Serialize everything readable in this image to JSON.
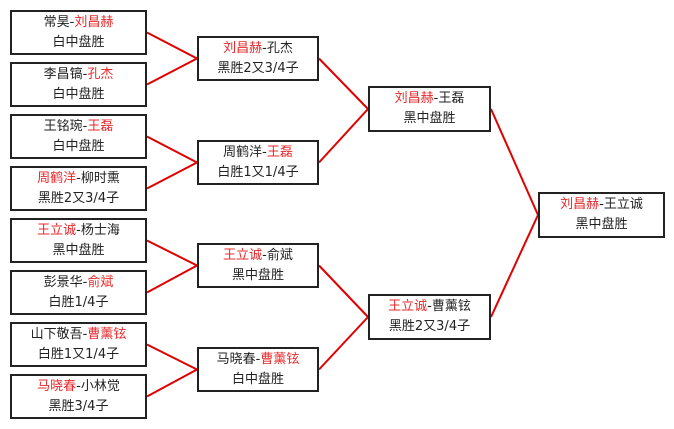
{
  "colors": {
    "winner": "#e8282a",
    "line": "#e00000"
  },
  "rounds": [
    [
      {
        "p1": "常昊",
        "p2": "刘昌赫",
        "winner": 2,
        "result": "白中盘胜"
      },
      {
        "p1": "李昌镐",
        "p2": "孔杰",
        "winner": 2,
        "result": "白中盘胜"
      },
      {
        "p1": "王铭琬",
        "p2": "王磊",
        "winner": 2,
        "result": "白中盘胜"
      },
      {
        "p1": "周鹤洋",
        "p2": "柳时熏",
        "winner": 1,
        "result": "黑胜2又3/4子"
      },
      {
        "p1": "王立诚",
        "p2": "杨士海",
        "winner": 1,
        "result": "黑中盘胜"
      },
      {
        "p1": "彭景华",
        "p2": "俞斌",
        "winner": 2,
        "result": "白胜1/4子"
      },
      {
        "p1": "山下敬吾",
        "p2": "曹薰铉",
        "winner": 2,
        "result": "白胜1又1/4子"
      },
      {
        "p1": "马晓春",
        "p2": "小林觉",
        "winner": 1,
        "result": "黑胜3/4子"
      }
    ],
    [
      {
        "p1": "刘昌赫",
        "p2": "孔杰",
        "winner": 1,
        "result": "黑胜2又3/4子"
      },
      {
        "p1": "周鹤洋",
        "p2": "王磊",
        "winner": 2,
        "result": "白胜1又1/4子"
      },
      {
        "p1": "王立诚",
        "p2": "俞斌",
        "winner": 1,
        "result": "黑中盘胜"
      },
      {
        "p1": "马晓春",
        "p2": "曹薰铉",
        "winner": 2,
        "result": "白中盘胜"
      }
    ],
    [
      {
        "p1": "刘昌赫",
        "p2": "王磊",
        "winner": 1,
        "result": "黑中盘胜"
      },
      {
        "p1": "王立诚",
        "p2": "曹薰铉",
        "winner": 1,
        "result": "黑胜2又3/4子"
      }
    ],
    [
      {
        "p1": "刘昌赫",
        "p2": "王立诚",
        "winner": 1,
        "result": "黑中盘胜"
      }
    ]
  ],
  "separator": "-"
}
